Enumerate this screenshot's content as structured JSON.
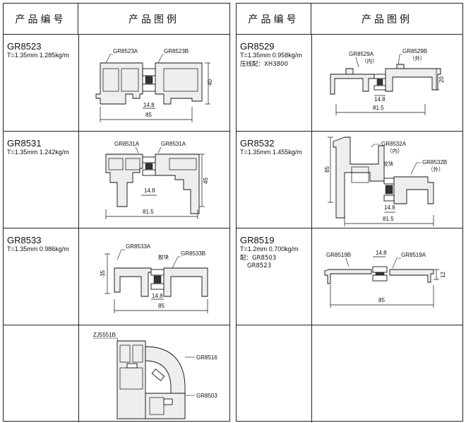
{
  "headers": {
    "code": "产品编号",
    "drawing": "产品图例"
  },
  "left": [
    {
      "code": "GR8523",
      "spec": "T=1.35mm  1.285kg/m",
      "parts": [
        "GR8523A",
        "GR8523B"
      ],
      "dims": {
        "width": "85",
        "height": "40",
        "strip": "14.8"
      }
    },
    {
      "code": "GR8531",
      "spec": "T=1.35mm  1.242kg/m",
      "parts": [
        "GR8531A",
        "GR8531A"
      ],
      "dims": {
        "width": "81.5",
        "height": "45",
        "strip": "14.8"
      }
    },
    {
      "code": "GR8533",
      "spec": "T=1.35mm  0.986kg/m",
      "parts": [
        "GR8533A",
        "GR8533B"
      ],
      "note": "胶块",
      "dims": {
        "width": "85",
        "height": "35",
        "strip": "14.8"
      }
    },
    {
      "code": "",
      "spec": "",
      "parts": [
        "ZJ5551B",
        "GR8516",
        "GR8503"
      ]
    }
  ],
  "right": [
    {
      "code": "GR8529",
      "spec": "T=1.35mm  0.958kg/m",
      "extra": "压线配：XH3800",
      "parts": [
        "GR8529A",
        "GR8529B"
      ],
      "part_notes": [
        "（内）",
        "（外）"
      ],
      "dims": {
        "width": "81.5",
        "height": "20",
        "strip": "14.8"
      }
    },
    {
      "code": "GR8532",
      "spec": "T=1.35mm  1.455kg/m",
      "parts": [
        "GR8532A",
        "GR8532B"
      ],
      "part_notes": [
        "（内）",
        "（外）"
      ],
      "note": "胶块",
      "dims": {
        "width": "81.5",
        "height": "85",
        "strip": "14.8"
      }
    },
    {
      "code": "GR8519",
      "spec": "T=1.2mm  0.700kg/m",
      "extra_label": "配：",
      "extra": [
        "GR8503",
        "GR8523"
      ],
      "parts": [
        "GR8519B",
        "GR8519A"
      ],
      "dims": {
        "width": "85",
        "height": "12",
        "strip": "14.8"
      }
    },
    {
      "code": "",
      "spec": ""
    }
  ]
}
